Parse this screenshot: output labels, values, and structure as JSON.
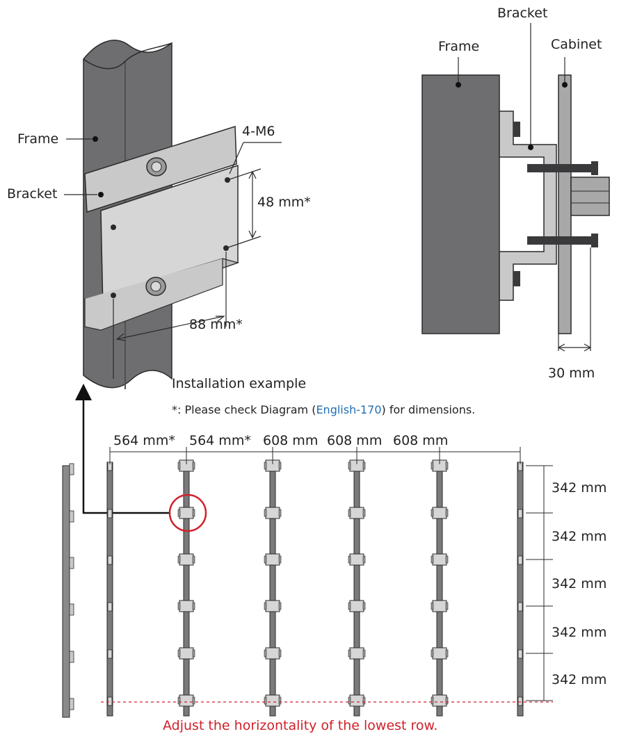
{
  "installation_example": {
    "caption": "Installation example",
    "frame_label": "Frame",
    "bracket_label": "Bracket",
    "bolt_label": "4-M6",
    "dim_vertical": "48 mm*",
    "dim_horizontal": "88 mm*"
  },
  "cross_section": {
    "frame_label": "Frame",
    "bracket_label": "Bracket",
    "cabinet_label": "Cabinet",
    "dim_depth": "30 mm"
  },
  "note": {
    "prefix": "*: Please check Diagram (",
    "link_text": "English-170",
    "suffix": ") for dimensions."
  },
  "layout": {
    "column_spacings": [
      "564 mm*",
      "564 mm*",
      "608 mm",
      "608 mm",
      "608 mm"
    ],
    "row_spacings": [
      "342 mm",
      "342 mm",
      "342 mm",
      "342 mm",
      "342 mm"
    ],
    "bottom_note": "Adjust the horizontality of the lowest row.",
    "highlight_color": "#d0202a"
  },
  "colors": {
    "metal_dark": "#6e6e70",
    "metal_light": "#bdbdbd",
    "outline": "#2a2a2a",
    "link": "#1f6fb5",
    "warning": "#d0202a"
  }
}
